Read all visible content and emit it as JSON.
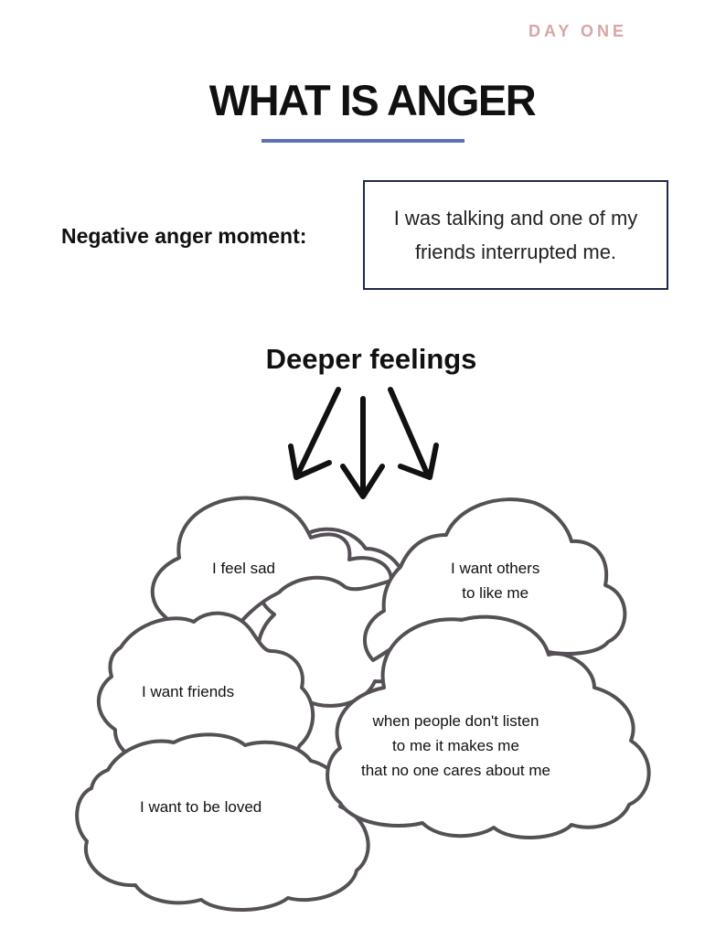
{
  "header": {
    "day_label": "DAY ONE",
    "title": "WHAT IS ANGER"
  },
  "moment": {
    "label": "Negative anger moment:",
    "text": "I was talking and one of my friends interrupted me."
  },
  "feelings": {
    "title": "Deeper feelings",
    "clouds": [
      {
        "line1": "I feel sad"
      },
      {
        "line1": "I want others",
        "line2": "to like me"
      },
      {
        "line1": "I want friends"
      },
      {
        "line1": "when people don't listen",
        "line2": "to me it makes me",
        "line3": "that no one cares about me"
      },
      {
        "line1": "I want to be loved"
      }
    ]
  },
  "colors": {
    "accent_rule": "#5a72b5",
    "day_label": "#d9a5a5",
    "box_border": "#1f2a4a",
    "cloud_stroke": "#555055"
  }
}
